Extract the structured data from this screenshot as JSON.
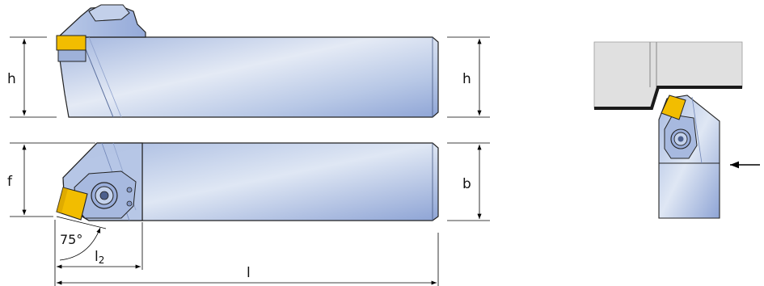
{
  "colors": {
    "holder_light": "#dde5f2",
    "holder_mid": "#a9bce0",
    "holder_dark": "#7d93c9",
    "holder_edge": "#1a1a1a",
    "insert_yellow": "#f2bd00",
    "insert_dark": "#b88a00",
    "workpiece": "#e0e0e0",
    "dimension_line": "#000000"
  },
  "labels": {
    "h_left": "h",
    "h_right": "h",
    "f": "f",
    "b": "b",
    "angle": "75°",
    "l2_main": "l",
    "l2_sub": "2",
    "l": "l"
  },
  "icons": {
    "feed_direction": "arrow-left-icon"
  }
}
